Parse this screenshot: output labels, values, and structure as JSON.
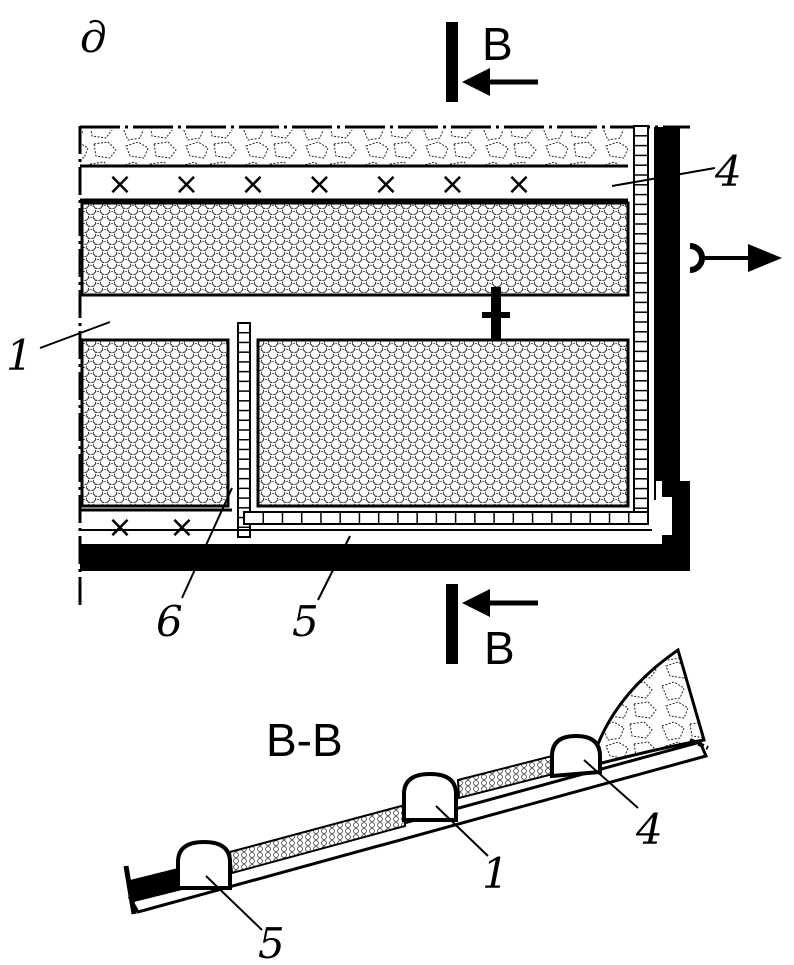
{
  "figure_letter": "д",
  "section_marks": {
    "top": "В",
    "bottom": "В"
  },
  "section_title": "В-В",
  "plan_labels": {
    "l1": "1",
    "l4": "4",
    "l5": "5",
    "l6": "6"
  },
  "section_labels": {
    "s1": "1",
    "s4": "4",
    "s5": "5"
  },
  "x_marks_upper_count": 7,
  "x_marks_lower_count": 2,
  "symbol_glyph": "×",
  "icons": [
    "section-arrow-icon",
    "ventilation-arrow-icon",
    "door-icon"
  ]
}
